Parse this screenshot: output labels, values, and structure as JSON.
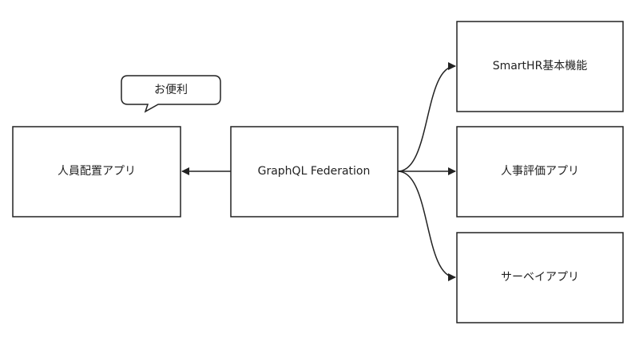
{
  "nodes": {
    "people_app": "人員配置アプリ",
    "federation": "GraphQL Federation",
    "smarthr_core": "SmartHR基本機能",
    "evaluation_app": "人事評価アプリ",
    "survey_app": "サーベイアプリ"
  },
  "callout": {
    "text": "お便利"
  },
  "colors": {
    "stroke": "#222222",
    "fill": "#ffffff"
  }
}
